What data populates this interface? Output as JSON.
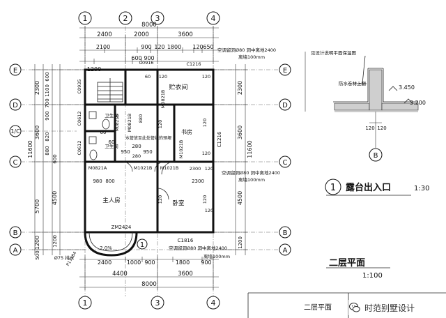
{
  "grid": {
    "columns": [
      "1",
      "2",
      "3",
      "4"
    ],
    "rows": [
      "E",
      "D",
      "1/C",
      "C",
      "B",
      "A"
    ]
  },
  "dims": {
    "top": [
      "2400",
      "2000",
      "3600"
    ],
    "top_row2": [
      "2100",
      "900",
      "120",
      "1800",
      "120",
      "650"
    ],
    "top_row1": [
      "1200",
      "600",
      "900"
    ],
    "top_total": "8000",
    "bottom_row1": [
      "2400",
      "1000",
      "900",
      "1800",
      "900"
    ],
    "bottom_row2": [
      "4400",
      "3600"
    ],
    "bottom_total": "8000",
    "left_outer": [
      "2300",
      "3600",
      "5700",
      "1200",
      "500"
    ],
    "left_total": "11600",
    "left_mid": [
      "600",
      "1100",
      "700",
      "900",
      "820",
      "880",
      "600",
      "4500",
      "1200"
    ],
    "right": [
      "2300",
      "3600",
      "4500",
      "1200"
    ],
    "right_total": "11600",
    "right_inner": [
      "120",
      "120",
      "120",
      "120",
      "2300",
      "120",
      "120"
    ]
  },
  "rooms": {
    "storage": "贮衣间",
    "study": "书房",
    "bath1": "卫生间",
    "bath2": "卫生间",
    "master": "主人房",
    "bedroom": "卧室",
    "pipe_note": "水管放至此处管线的预埋"
  },
  "doors": {
    "d1": "M0821B",
    "d2": "M0821B",
    "d3": "M0821A",
    "d4": "M1021B",
    "d5": "M1021B",
    "d6": "M0821B",
    "d7": "M1021B"
  },
  "windows": {
    "w1": "C0916",
    "w2": "C1216",
    "w3": "C0935",
    "w4": "C0612",
    "w5": "C0612",
    "w6": "C1216",
    "w7": "C1816",
    "w8": "ZM2424",
    "w9": "P17184"
  },
  "inner": {
    "a": "980",
    "b": "800",
    "c": "950",
    "d": "280",
    "e": "950",
    "f": "60",
    "g": "60",
    "h": "2300",
    "i": "280",
    "j": "120",
    "k": "120",
    "l": "120",
    "m": "60",
    "n": "880"
  },
  "notes": {
    "ac_top": "空调留洞Ø80 洞中离地2400",
    "ac_top_sub": "离墙100mm",
    "ac_mid": "空调留洞Ø80 洞中离地2400",
    "ac_mid_sub": "离墙100mm",
    "ac_bot": "空调留洞Ø80 洞中离地2400",
    "ac_bot_sub": "离墙100mm",
    "slope": "2.0%",
    "drain": "Ø75 排水",
    "detail_ref": "见设计说明平面保温图",
    "detail_layer": "防水卷材上翻"
  },
  "detail": {
    "elev1": "3.450",
    "elev2": "3.200",
    "dim1": "120",
    "dim2": "120",
    "axis": "B"
  },
  "callout": {
    "number": "1",
    "title": "露台出入口",
    "scale": "1:30"
  },
  "plan_title": {
    "name": "二层平面",
    "scale": "1:100"
  },
  "marker": {
    "number": "1"
  },
  "title_block": {
    "name": "二层平面"
  },
  "watermark": {
    "text": "时范别墅设计"
  }
}
